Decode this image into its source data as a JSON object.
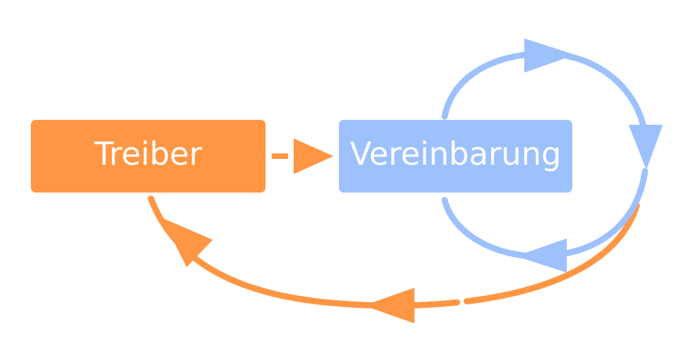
{
  "diagram": {
    "nodes": {
      "driver": {
        "label": "Treiber",
        "color": "#ff9643"
      },
      "agreement": {
        "label": "Vereinbarung",
        "color": "#9cc1fd"
      }
    },
    "edges": [
      {
        "from": "driver",
        "to": "agreement",
        "style": "dashed",
        "color": "#ff9643"
      },
      {
        "from": "agreement",
        "to": "agreement",
        "style": "cycle",
        "color": "#9cc1fd"
      },
      {
        "from": "agreement",
        "to": "driver",
        "style": "curved",
        "color": "#ff9643"
      }
    ]
  }
}
